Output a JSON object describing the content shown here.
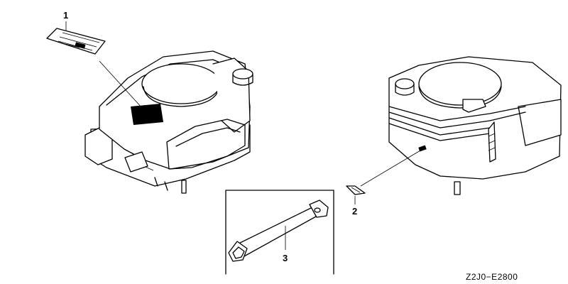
{
  "callouts": {
    "label_part": "1",
    "mark_part": "2",
    "tool_part": "3"
  },
  "drawing_code": "Z2J0−E2800",
  "colors": {
    "ink": "#000000",
    "paper": "#ffffff"
  },
  "icons": [
    "engine-left-view",
    "engine-right-view",
    "caution-label",
    "emission-mark",
    "spark-plug-wrench"
  ]
}
